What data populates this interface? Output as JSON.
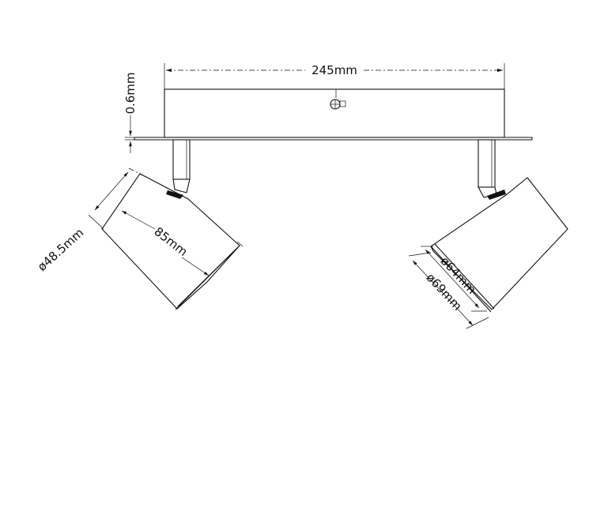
{
  "dimensions": {
    "overall_length": "245mm",
    "plate_thickness": "0.6mm",
    "shade_length": "85mm",
    "shade_back_diameter": "ø48.5mm",
    "shade_front_inner_diameter": "ø64mm",
    "shade_front_outer_diameter": "ø69mm"
  }
}
